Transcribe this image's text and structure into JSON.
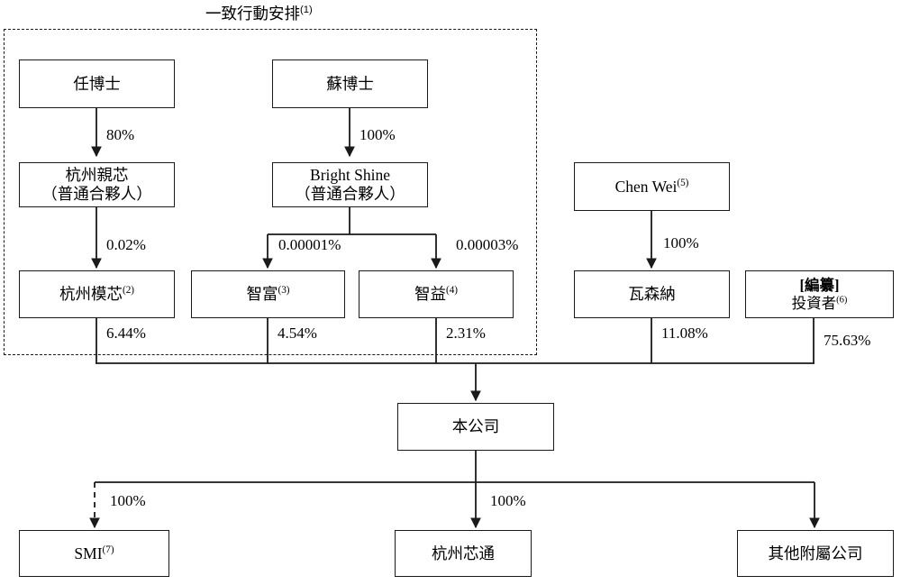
{
  "diagram": {
    "type": "org-ownership-chart",
    "title": "一致行動安排",
    "title_note": "(1)",
    "group_label": "一致行動安排(1)"
  },
  "nodes": {
    "ren_doctor": {
      "line1": "任博士"
    },
    "su_doctor": {
      "line1": "蘇博士"
    },
    "hangzhou_qinxin": {
      "line1": "杭州親芯",
      "line2": "（普通合夥人）"
    },
    "bright_shine": {
      "line1": "Bright Shine",
      "line2": "（普通合夥人）"
    },
    "chen_wei": {
      "line1": "Chen Wei",
      "note": "(5)"
    },
    "hangzhou_moxin": {
      "line1": "杭州模芯",
      "note": "(2)"
    },
    "zhifu": {
      "line1": "智富",
      "note": "(3)"
    },
    "zhiyi": {
      "line1": "智益",
      "note": "(4)"
    },
    "wasenna": {
      "line1": "瓦森納"
    },
    "investor": {
      "line1": "[編纂]",
      "line2": "投資者",
      "note": "(6)"
    },
    "company": {
      "line1": "本公司"
    },
    "smi": {
      "line1": "SMI",
      "note": "(7)"
    },
    "hangzhou_xintong": {
      "line1": "杭州芯通"
    },
    "other_subs": {
      "line1": "其他附屬公司"
    }
  },
  "edges": {
    "ren_to_qinxin": "80%",
    "su_to_brightshine": "100%",
    "qinxin_to_moxin": "0.02%",
    "brightshine_to_zhifu": "0.00001%",
    "brightshine_to_zhiyi": "0.00003%",
    "chenwei_to_wasenna": "100%",
    "moxin_to_company": "6.44%",
    "zhifu_to_company": "4.54%",
    "zhiyi_to_company": "2.31%",
    "wasenna_to_company": "11.08%",
    "investor_to_company": "75.63%",
    "company_to_smi": "100%",
    "company_to_xintong": "100%"
  },
  "colors": {
    "stroke": "#1a1a1a",
    "background": "#ffffff",
    "text": "#000000"
  }
}
